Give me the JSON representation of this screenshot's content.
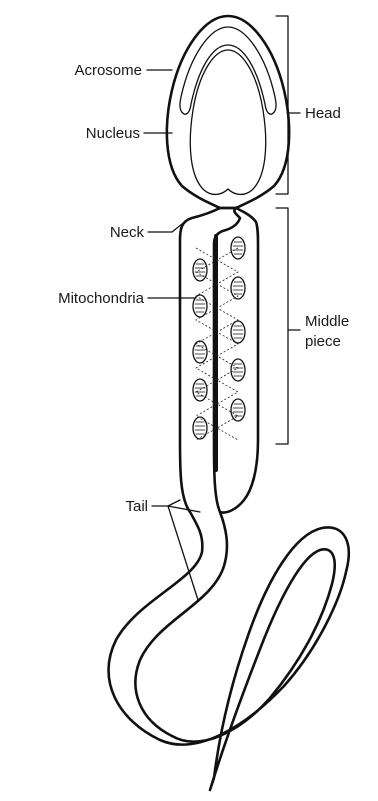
{
  "labels": {
    "acrosome": "Acrosome",
    "nucleus": "Nucleus",
    "neck": "Neck",
    "mitochondria": "Mitochondria",
    "tail": "Tail",
    "head": "Head",
    "middle_line1": "Middle",
    "middle_line2": "piece"
  },
  "colors": {
    "line": "#111111",
    "background": "#ffffff"
  }
}
